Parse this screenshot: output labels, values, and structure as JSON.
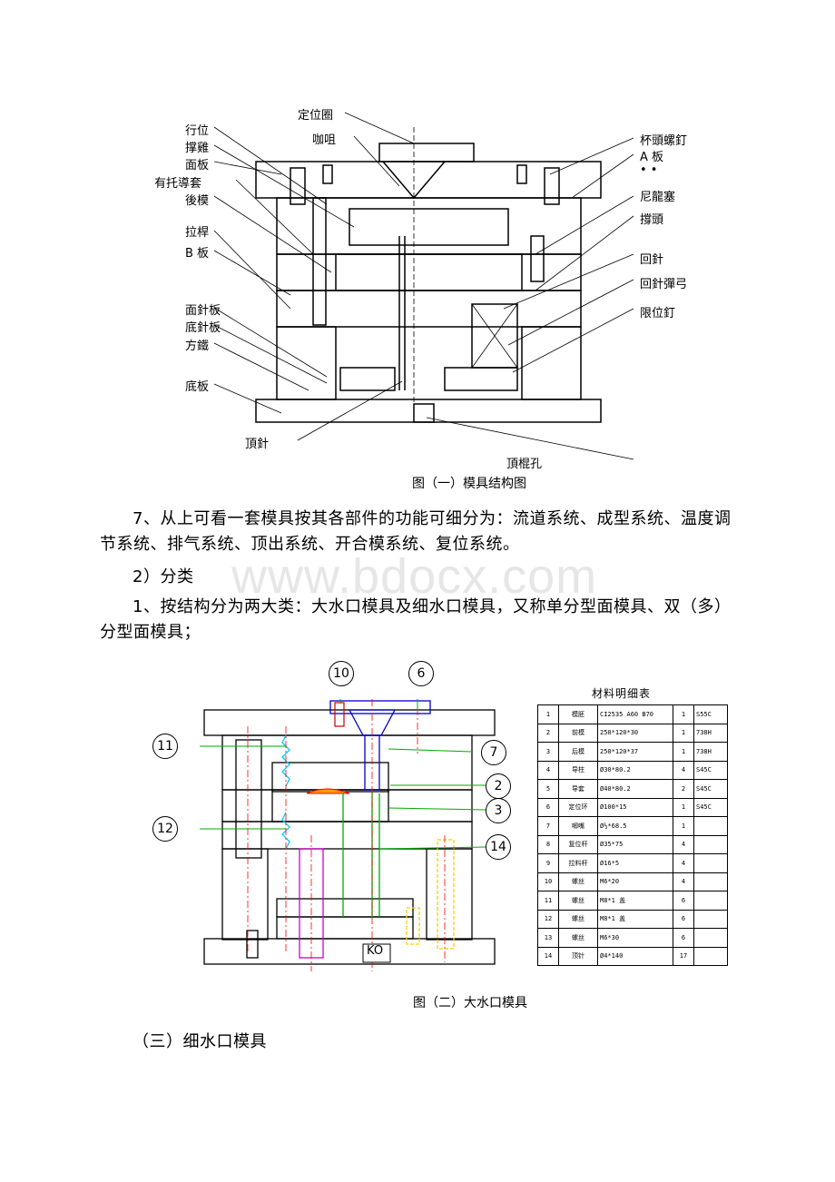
{
  "figure1": {
    "caption": "图（一）模具结构图",
    "labels_left": [
      "行位",
      "撑雞",
      "面板",
      "有托導套",
      "後模",
      "拉桿",
      "B 板",
      "面針板",
      "底針板",
      "方鐵",
      "底板",
      "頂針"
    ],
    "labels_top": [
      "定位圈",
      "咖咀"
    ],
    "labels_right": [
      "杯頭螺釘",
      "A 板",
      "• •",
      "尼龍塞",
      "撐頭",
      "回針",
      "回針彈弓",
      "限位釘"
    ],
    "label_bottom": "頂棍孔"
  },
  "paragraphs": {
    "p1": "7、从上可看一套模具按其各部件的功能可细分为：流道系统、成型系统、温度调节系统、排气系统、顶出系统、开合模系统、复位系统。",
    "p2": "2）分类",
    "p3": "1、按结构分为两大类：大水口模具及细水口模具，又称单分型面模具、双（多）分型面模具；",
    "p4": "（三）细水口模具"
  },
  "watermark": "www.bdocx.com",
  "figure2": {
    "caption": "图（二）大水口模具",
    "callouts": [
      "10",
      "6",
      "11",
      "7",
      "2",
      "3",
      "12",
      "14"
    ],
    "ko_label": "KO",
    "table_title": "材料明细表",
    "table_rows": [
      [
        "1",
        "模胚",
        "CI2535 A60 B70",
        "1",
        "S55C"
      ],
      [
        "2",
        "前模",
        "250*120*30",
        "1",
        "738H"
      ],
      [
        "3",
        "后模",
        "250*120*37",
        "1",
        "738H"
      ],
      [
        "4",
        "导柱",
        "Ø30*80.2",
        "4",
        "S45C"
      ],
      [
        "5",
        "导套",
        "Ø40*80.2",
        "2",
        "S45C"
      ],
      [
        "6",
        "定位环",
        "Ø100*15",
        "1",
        "S45C"
      ],
      [
        "7",
        "唧嘴",
        "Ø½*68.5",
        "1",
        ""
      ],
      [
        "8",
        "复位杆",
        "Ø35*75",
        "4",
        ""
      ],
      [
        "9",
        "拉料杆",
        "Ø16*5",
        "4",
        ""
      ],
      [
        "10",
        "螺丝",
        "M6*20",
        "4",
        ""
      ],
      [
        "11",
        "螺丝",
        "M8*1 盖",
        "6",
        ""
      ],
      [
        "12",
        "螺丝",
        "M8*1 盖",
        "6",
        ""
      ],
      [
        "13",
        "螺丝",
        "M6*30",
        "6",
        ""
      ],
      [
        "14",
        "顶针",
        "Ø4*140",
        "17",
        ""
      ]
    ]
  }
}
